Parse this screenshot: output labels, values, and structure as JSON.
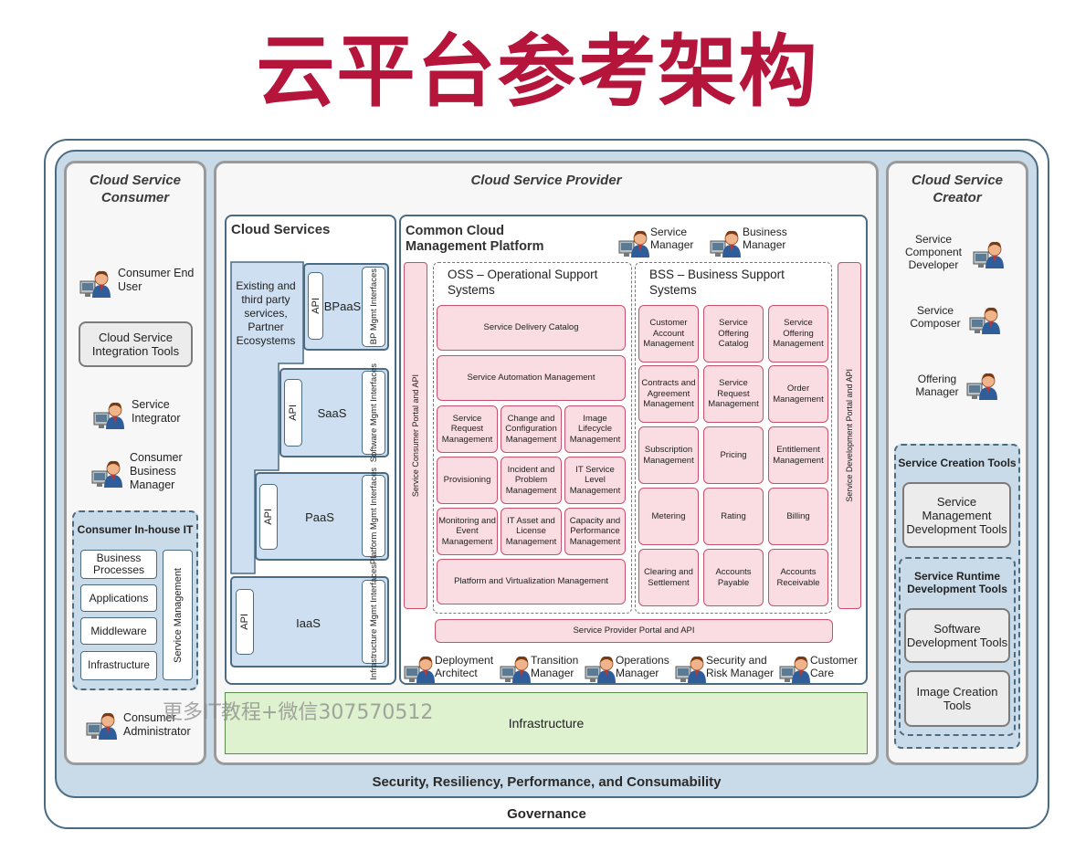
{
  "page_title": "云平台参考架构",
  "watermark": "更多IT教程+微信307570512",
  "governance": "Governance",
  "security_bar": "Security, Resiliency, Performance, and Consumability",
  "consumer": {
    "title": "Cloud Service Consumer",
    "end_user": "Consumer End User",
    "integration_tools": "Cloud Service Integration Tools",
    "service_integrator": "Service Integrator",
    "business_manager": "Consumer Business Manager",
    "inhouse_title": "Consumer In-house IT",
    "inhouse_items": [
      "Business Processes",
      "Applications",
      "Middleware",
      "Infrastructure"
    ],
    "service_management": "Service Management",
    "administrator": "Consumer Administrator"
  },
  "provider": {
    "title": "Cloud Service Provider",
    "cloud_services": {
      "title": "Cloud Services",
      "ecosystems": "Existing and third party services, Partner Ecosystems",
      "api": "API",
      "layers": [
        {
          "name": "BPaaS",
          "mgmt": "BP Mgmt Interfaces"
        },
        {
          "name": "SaaS",
          "mgmt": "Software Mgmt Interfaces"
        },
        {
          "name": "PaaS",
          "mgmt": "Platform Mgmt Interfaces"
        },
        {
          "name": "IaaS",
          "mgmt": "Infrastructure Mgmt Interfaces"
        }
      ]
    },
    "ccmp": {
      "title": "Common Cloud Management Platform",
      "roles_top": [
        "Service Manager",
        "Business Manager"
      ],
      "consumer_portal": "Service Consumer Portal and API",
      "development_portal": "Service Development Portal and API",
      "provider_portal": "Service Provider Portal and API",
      "oss": {
        "title": "OSS – Operational Support Systems",
        "catalog": "Service Delivery Catalog",
        "automation": "Service Automation Management",
        "grid": [
          "Service Request Management",
          "Change and Configuration Management",
          "Image Lifecycle Management",
          "Provisioning",
          "Incident and Problem Management",
          "IT Service Level Management",
          "Monitoring and Event Management",
          "IT Asset and License Management",
          "Capacity and Performance Management"
        ],
        "platform": "Platform and Virtualization Management"
      },
      "bss": {
        "title": "BSS – Business Support Systems",
        "grid": [
          "Customer Account Management",
          "Service Offering Catalog",
          "Service Offering Management",
          "Contracts and Agreement Management",
          "Service Request Management",
          "Order Management",
          "Subscription Management",
          "Pricing",
          "Entitlement Management",
          "Metering",
          "Rating",
          "Billing",
          "Clearing and Settlement",
          "Accounts Payable",
          "Accounts Receivable"
        ]
      },
      "roles_bottom": [
        "Deployment Architect",
        "Transition Manager",
        "Operations Manager",
        "Security and Risk Manager",
        "Customer Care"
      ]
    },
    "infrastructure": "Infrastructure"
  },
  "creator": {
    "title": "Cloud Service Creator",
    "roles": [
      "Service Component Developer",
      "Service Composer",
      "Offering Manager"
    ],
    "creation_tools_title": "Service Creation Tools",
    "mgmt_dev_tools": "Service Management Development Tools",
    "runtime_title": "Service Runtime Development Tools",
    "software_dev_tools": "Software Development Tools",
    "image_creation_tools": "Image Creation Tools"
  },
  "colors": {
    "title_red": "#b5143b",
    "border_blue": "#4a6b82",
    "outer_fill": "#c9dbe8",
    "pink_fill": "#f9dde3",
    "pink_border": "#c9506b",
    "infra_green": "#dff2cf"
  }
}
